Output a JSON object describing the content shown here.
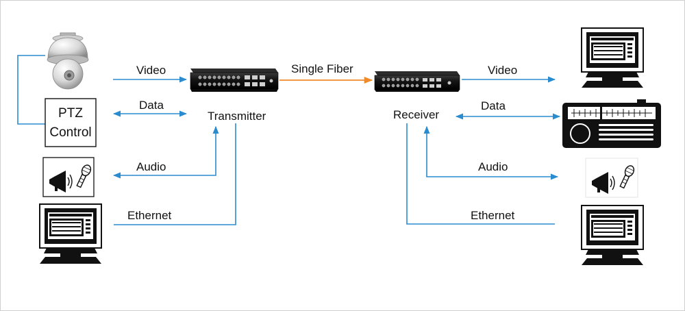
{
  "labels": {
    "video_left": "Video",
    "data_left": "Data",
    "audio_left": "Audio",
    "ethernet_left": "Ethernet",
    "transmitter": "Transmitter",
    "single_fiber": "Single Fiber",
    "receiver": "Receiver",
    "video_right": "Video",
    "data_right": "Data",
    "audio_right": "Audio",
    "ethernet_right": "Ethernet"
  },
  "ptz_box": {
    "line1": "PTZ",
    "line2": "Control"
  },
  "colors": {
    "signal_line": "#2a8bcf",
    "fiber_line": "#f08a2a",
    "device_body": "#1a1a1a",
    "border": "#cfcfcf"
  },
  "icons": [
    "ptz-dome-camera-icon",
    "speaker-microphone-icon",
    "computer-monitor-icon",
    "fiber-transmitter-icon",
    "fiber-receiver-icon",
    "radio-icon"
  ]
}
